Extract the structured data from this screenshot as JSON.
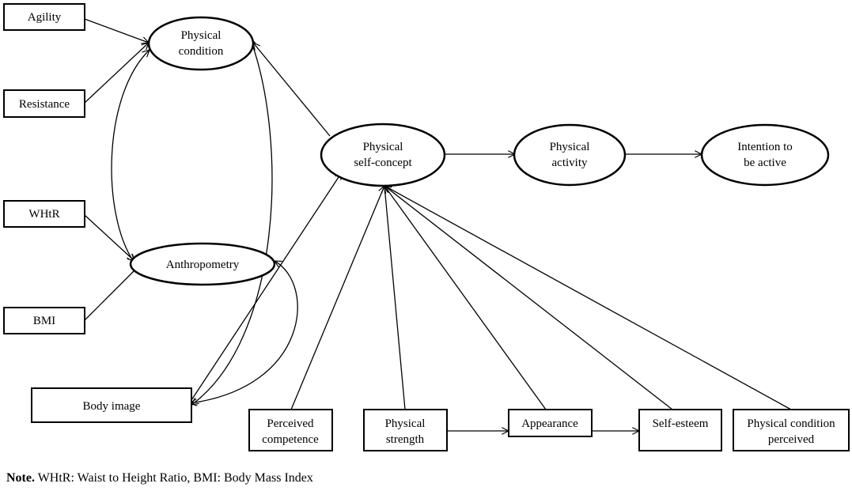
{
  "nodes": {
    "agility": {
      "lines": [
        "Agility"
      ]
    },
    "resistance": {
      "lines": [
        "Resistance"
      ]
    },
    "whtr": {
      "lines": [
        "WHtR"
      ]
    },
    "bmi": {
      "lines": [
        "BMI"
      ]
    },
    "body_image": {
      "lines": [
        "Body image"
      ]
    },
    "physical_condition": {
      "lines": [
        "Physical",
        "condition"
      ]
    },
    "anthropometry": {
      "lines": [
        "Anthropometry"
      ]
    },
    "physical_self_concept": {
      "lines": [
        "Physical",
        "self-concept"
      ]
    },
    "physical_activity": {
      "lines": [
        "Physical",
        "activity"
      ]
    },
    "intention_active": {
      "lines": [
        "Intention to",
        "be active"
      ]
    },
    "perceived_competence": {
      "lines": [
        "Perceived",
        "competence"
      ]
    },
    "physical_strength": {
      "lines": [
        "Physical",
        "strength"
      ]
    },
    "appearance": {
      "lines": [
        "Appearance"
      ]
    },
    "self_esteem": {
      "lines": [
        "Self-esteem"
      ]
    },
    "physical_condition_perceived": {
      "lines": [
        "Physical condition",
        "perceived"
      ]
    }
  },
  "note": {
    "label": "Note.",
    "text": " WHtR: Waist to Height Ratio, BMI: Body Mass Index"
  }
}
